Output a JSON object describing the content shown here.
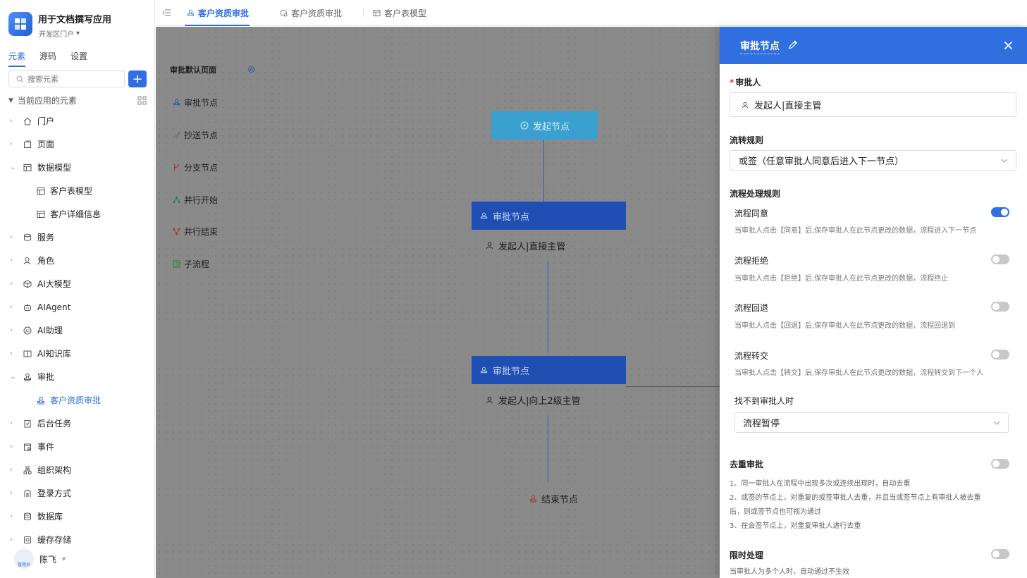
{
  "app": {
    "name": "用于文档撰写应用",
    "portal": "开发区门户"
  },
  "sidebar": {
    "tabs": [
      {
        "label": "元素"
      },
      {
        "label": "源码"
      },
      {
        "label": "设置"
      }
    ],
    "search_placeholder": "搜索元素",
    "add_label": "+",
    "tree_header": "当前应用的元素",
    "items": [
      {
        "label": "门户",
        "icon": "home-icon"
      },
      {
        "label": "页面",
        "icon": "page-icon"
      },
      {
        "label": "数据模型",
        "icon": "table-icon"
      },
      {
        "label": "客户表模型",
        "icon": "table-icon"
      },
      {
        "label": "客户详细信息",
        "icon": "table-icon"
      },
      {
        "label": "服务",
        "icon": "database-icon"
      },
      {
        "label": "角色",
        "icon": "user-role-icon"
      },
      {
        "label": "AI大模型",
        "icon": "cube-icon"
      },
      {
        "label": "AIAgent",
        "icon": "robot-icon"
      },
      {
        "label": "AI助理",
        "icon": "ai-icon"
      },
      {
        "label": "AI知识库",
        "icon": "book-icon"
      },
      {
        "label": "审批",
        "icon": "stamp-icon"
      },
      {
        "label": "客户资质审批",
        "icon": "stamp-icon"
      },
      {
        "label": "后台任务",
        "icon": "task-icon"
      },
      {
        "label": "事件",
        "icon": "event-icon"
      },
      {
        "label": "组织架构",
        "icon": "org-icon"
      },
      {
        "label": "登录方式",
        "icon": "login-icon"
      },
      {
        "label": "数据库",
        "icon": "db-icon"
      },
      {
        "label": "缓存存储",
        "icon": "cache-icon"
      }
    ],
    "user": {
      "name": "陈飞",
      "role_badge": "管理员"
    }
  },
  "topbar": {
    "tabs": [
      {
        "label": "客户资质审批",
        "active": true
      },
      {
        "label": "客户资质审批",
        "active": false
      },
      {
        "label": "客户表模型",
        "active": false
      }
    ]
  },
  "canvas": {
    "palette_title": "审批默认页面",
    "palette": [
      {
        "label": "审批节点",
        "icon": "approve-node-icon"
      },
      {
        "label": "抄送节点",
        "icon": "cc-node-icon"
      },
      {
        "label": "分支节点",
        "icon": "branch-node-icon"
      },
      {
        "label": "并行开始",
        "icon": "parallel-start-icon"
      },
      {
        "label": "并行结束",
        "icon": "parallel-end-icon"
      },
      {
        "label": "子流程",
        "icon": "subflow-icon"
      }
    ],
    "start_node": "发起节点",
    "nodes": [
      {
        "title": "审批节点",
        "approver": "发起人|直接主管"
      },
      {
        "title": "审批节点",
        "approver": "发起人|向上2级主管"
      }
    ],
    "end_node": "结束节点"
  },
  "panel": {
    "title": "审批节点",
    "approver_label": "审批人",
    "approver_value": "发起人|直接主管",
    "flow_rule_label": "流转规则",
    "flow_rule_value": "或签（任意审批人同意后进入下一节点）",
    "process_rules_label": "流程处理规则",
    "rules": [
      {
        "label": "流程同意",
        "desc": "当审批人点击【同意】后,保存审批人在此节点更改的数据，流程进入下一节点",
        "on": true
      },
      {
        "label": "流程拒绝",
        "desc": "当审批人点击【拒绝】后,保存审批人在此节点更改的数据，流程终止",
        "on": false
      },
      {
        "label": "流程回退",
        "desc": "当审批人点击【回退】后,保存审批人在此节点更改的数据，流程回退到",
        "on": false
      },
      {
        "label": "流程转交",
        "desc": "当审批人点击【转交】后,保存审批人在此节点更改的数据，流程转交到下一个人",
        "on": false
      }
    ],
    "no_approver_label": "找不到审批人时",
    "no_approver_value": "流程暂停",
    "dedup": {
      "label": "去重审批",
      "on": false,
      "lines": [
        "1、同一审批人在流程中出现多次或连续出现时，自动去重",
        "2、或签的节点上，对重复的或签审批人去重，并且当或签节点上有审批人被去重",
        "后，则或签节点也可视为通过",
        "3、在会签节点上，对重复审批人进行去重"
      ]
    },
    "timeout": {
      "label": "限时处理",
      "desc": "当审批人为多个人时，自动通过不生效",
      "on": false
    }
  },
  "colors": {
    "accent": "#2f6fe0",
    "node_header": "#1f4fb3",
    "start_node": "#3aa0d0"
  }
}
